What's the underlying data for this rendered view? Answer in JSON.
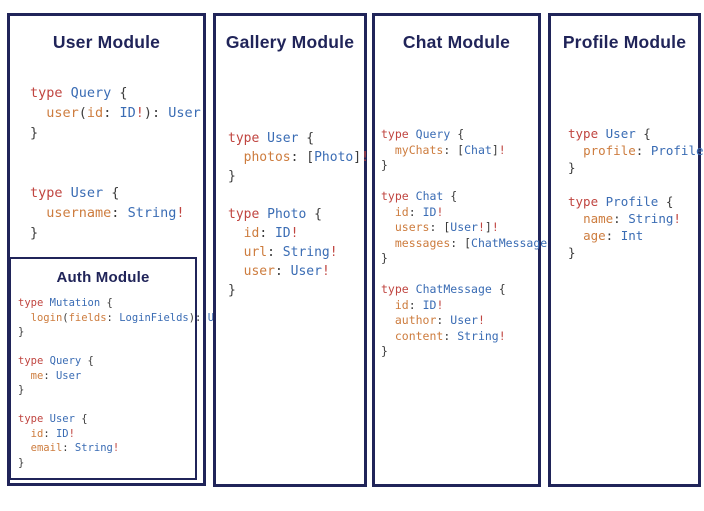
{
  "colors": {
    "navy": "#202459",
    "keyword": "#c04540",
    "type": "#3a6cb4",
    "field": "#cd7c3e",
    "punct": "#3c3c3c"
  },
  "panels": {
    "user": {
      "title": "User Module",
      "code": [
        [
          [
            "k",
            "type"
          ],
          [
            "p",
            " "
          ],
          [
            "t",
            "Query"
          ],
          [
            "p",
            " {"
          ]
        ],
        [
          [
            "p",
            "  "
          ],
          [
            "f",
            "user"
          ],
          [
            "p",
            "("
          ],
          [
            "f",
            "id"
          ],
          [
            "p",
            ": "
          ],
          [
            "t",
            "ID"
          ],
          [
            "k",
            "!"
          ],
          [
            "p",
            "): "
          ],
          [
            "t",
            "User"
          ]
        ],
        [
          [
            "p",
            "}"
          ]
        ],
        [],
        [],
        [
          [
            "k",
            "type"
          ],
          [
            "p",
            " "
          ],
          [
            "t",
            "User"
          ],
          [
            "p",
            " {"
          ]
        ],
        [
          [
            "p",
            "  "
          ],
          [
            "f",
            "username"
          ],
          [
            "p",
            ": "
          ],
          [
            "t",
            "String"
          ],
          [
            "k",
            "!"
          ]
        ],
        [
          [
            "p",
            "}"
          ]
        ]
      ]
    },
    "auth": {
      "title": "Auth Module",
      "code": [
        [
          [
            "k",
            "type"
          ],
          [
            "p",
            " "
          ],
          [
            "t",
            "Mutation"
          ],
          [
            "p",
            " {"
          ]
        ],
        [
          [
            "p",
            "  "
          ],
          [
            "f",
            "login"
          ],
          [
            "p",
            "("
          ],
          [
            "f",
            "fields"
          ],
          [
            "p",
            ": "
          ],
          [
            "t",
            "LoginFields"
          ],
          [
            "p",
            "): "
          ],
          [
            "t",
            "User"
          ]
        ],
        [
          [
            "p",
            "}"
          ]
        ],
        [],
        [
          [
            "k",
            "type"
          ],
          [
            "p",
            " "
          ],
          [
            "t",
            "Query"
          ],
          [
            "p",
            " {"
          ]
        ],
        [
          [
            "p",
            "  "
          ],
          [
            "f",
            "me"
          ],
          [
            "p",
            ": "
          ],
          [
            "t",
            "User"
          ]
        ],
        [
          [
            "p",
            "}"
          ]
        ],
        [],
        [
          [
            "k",
            "type"
          ],
          [
            "p",
            " "
          ],
          [
            "t",
            "User"
          ],
          [
            "p",
            " {"
          ]
        ],
        [
          [
            "p",
            "  "
          ],
          [
            "f",
            "id"
          ],
          [
            "p",
            ": "
          ],
          [
            "t",
            "ID"
          ],
          [
            "k",
            "!"
          ]
        ],
        [
          [
            "p",
            "  "
          ],
          [
            "f",
            "email"
          ],
          [
            "p",
            ": "
          ],
          [
            "t",
            "String"
          ],
          [
            "k",
            "!"
          ]
        ],
        [
          [
            "p",
            "}"
          ]
        ]
      ]
    },
    "gallery": {
      "title": "Gallery Module",
      "code": [
        [
          [
            "k",
            "type"
          ],
          [
            "p",
            " "
          ],
          [
            "t",
            "User"
          ],
          [
            "p",
            " {"
          ]
        ],
        [
          [
            "p",
            "  "
          ],
          [
            "f",
            "photos"
          ],
          [
            "p",
            ": ["
          ],
          [
            "t",
            "Photo"
          ],
          [
            "p",
            "]"
          ],
          [
            "k",
            "!"
          ]
        ],
        [
          [
            "p",
            "}"
          ]
        ],
        [],
        [
          [
            "k",
            "type"
          ],
          [
            "p",
            " "
          ],
          [
            "t",
            "Photo"
          ],
          [
            "p",
            " {"
          ]
        ],
        [
          [
            "p",
            "  "
          ],
          [
            "f",
            "id"
          ],
          [
            "p",
            ": "
          ],
          [
            "t",
            "ID"
          ],
          [
            "k",
            "!"
          ]
        ],
        [
          [
            "p",
            "  "
          ],
          [
            "f",
            "url"
          ],
          [
            "p",
            ": "
          ],
          [
            "t",
            "String"
          ],
          [
            "k",
            "!"
          ]
        ],
        [
          [
            "p",
            "  "
          ],
          [
            "f",
            "user"
          ],
          [
            "p",
            ": "
          ],
          [
            "t",
            "User"
          ],
          [
            "k",
            "!"
          ]
        ],
        [
          [
            "p",
            "}"
          ]
        ]
      ]
    },
    "chat": {
      "title": "Chat Module",
      "code": [
        [
          [
            "k",
            "type"
          ],
          [
            "p",
            " "
          ],
          [
            "t",
            "Query"
          ],
          [
            "p",
            " {"
          ]
        ],
        [
          [
            "p",
            "  "
          ],
          [
            "f",
            "myChats"
          ],
          [
            "p",
            ": ["
          ],
          [
            "t",
            "Chat"
          ],
          [
            "p",
            "]"
          ],
          [
            "k",
            "!"
          ]
        ],
        [
          [
            "p",
            "}"
          ]
        ],
        [],
        [
          [
            "k",
            "type"
          ],
          [
            "p",
            " "
          ],
          [
            "t",
            "Chat"
          ],
          [
            "p",
            " {"
          ]
        ],
        [
          [
            "p",
            "  "
          ],
          [
            "f",
            "id"
          ],
          [
            "p",
            ": "
          ],
          [
            "t",
            "ID"
          ],
          [
            "k",
            "!"
          ]
        ],
        [
          [
            "p",
            "  "
          ],
          [
            "f",
            "users"
          ],
          [
            "p",
            ": ["
          ],
          [
            "t",
            "User"
          ],
          [
            "k",
            "!"
          ],
          [
            "p",
            "]"
          ],
          [
            "k",
            "!"
          ]
        ],
        [
          [
            "p",
            "  "
          ],
          [
            "f",
            "messages"
          ],
          [
            "p",
            ": ["
          ],
          [
            "t",
            "ChatMessage"
          ],
          [
            "p",
            "]"
          ],
          [
            "k",
            "!"
          ]
        ],
        [
          [
            "p",
            "}"
          ]
        ],
        [],
        [
          [
            "k",
            "type"
          ],
          [
            "p",
            " "
          ],
          [
            "t",
            "ChatMessage"
          ],
          [
            "p",
            " {"
          ]
        ],
        [
          [
            "p",
            "  "
          ],
          [
            "f",
            "id"
          ],
          [
            "p",
            ": "
          ],
          [
            "t",
            "ID"
          ],
          [
            "k",
            "!"
          ]
        ],
        [
          [
            "p",
            "  "
          ],
          [
            "f",
            "author"
          ],
          [
            "p",
            ": "
          ],
          [
            "t",
            "User"
          ],
          [
            "k",
            "!"
          ]
        ],
        [
          [
            "p",
            "  "
          ],
          [
            "f",
            "content"
          ],
          [
            "p",
            ": "
          ],
          [
            "t",
            "String"
          ],
          [
            "k",
            "!"
          ]
        ],
        [
          [
            "p",
            "}"
          ]
        ]
      ]
    },
    "profile": {
      "title": "Profile Module",
      "code": [
        [
          [
            "k",
            "type"
          ],
          [
            "p",
            " "
          ],
          [
            "t",
            "User"
          ],
          [
            "p",
            " {"
          ]
        ],
        [
          [
            "p",
            "  "
          ],
          [
            "f",
            "profile"
          ],
          [
            "p",
            ": "
          ],
          [
            "t",
            "Profile"
          ],
          [
            "k",
            "!"
          ]
        ],
        [
          [
            "p",
            "}"
          ]
        ],
        [],
        [
          [
            "k",
            "type"
          ],
          [
            "p",
            " "
          ],
          [
            "t",
            "Profile"
          ],
          [
            "p",
            " {"
          ]
        ],
        [
          [
            "p",
            "  "
          ],
          [
            "f",
            "name"
          ],
          [
            "p",
            ": "
          ],
          [
            "t",
            "String"
          ],
          [
            "k",
            "!"
          ]
        ],
        [
          [
            "p",
            "  "
          ],
          [
            "f",
            "age"
          ],
          [
            "p",
            ": "
          ],
          [
            "t",
            "Int"
          ]
        ],
        [
          [
            "p",
            "}"
          ]
        ]
      ]
    }
  }
}
